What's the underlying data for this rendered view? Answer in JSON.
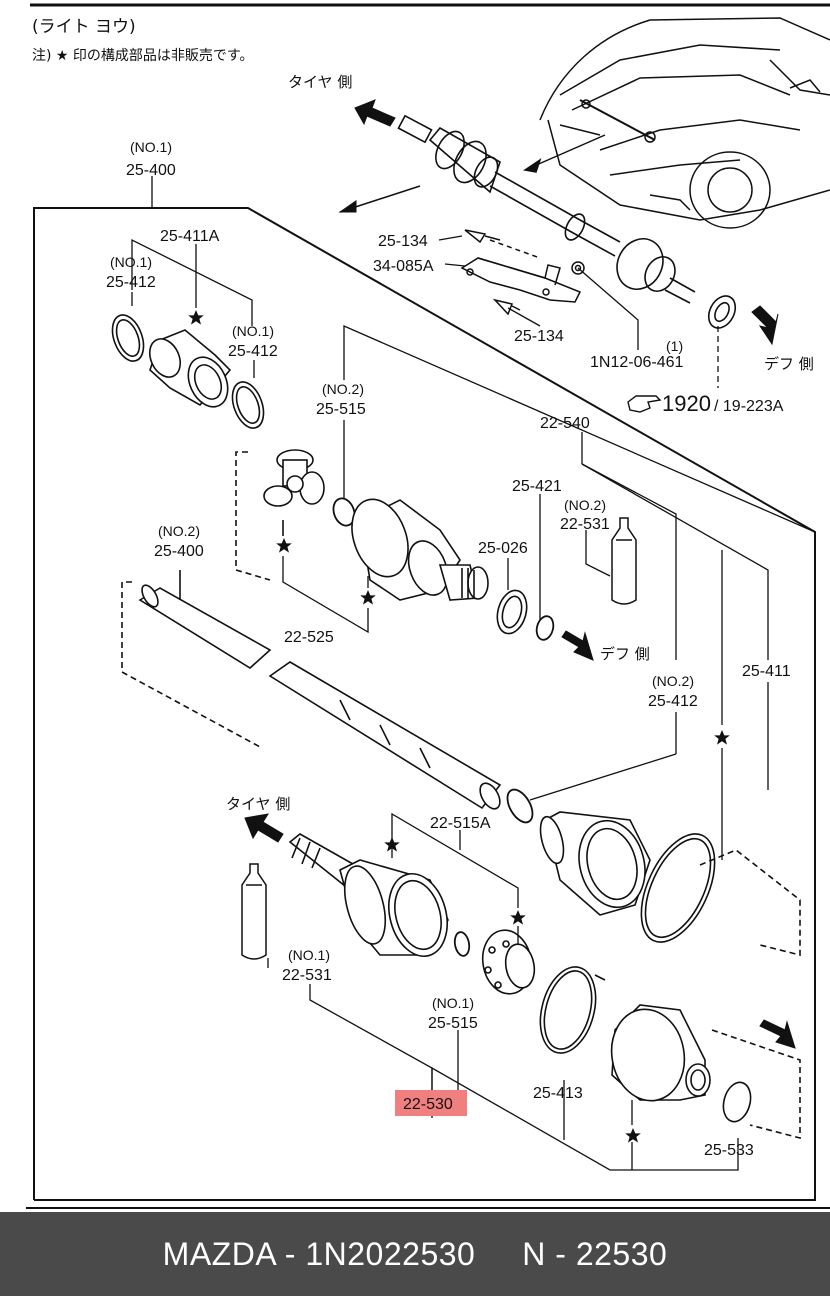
{
  "header": {
    "title": "(ライト ヨウ)",
    "note": "注) ★ 印の構成部品は非販売です。"
  },
  "directions": {
    "tire_top": "タイヤ 側",
    "diff_top": "デフ 側",
    "diff_mid": "デフ 側",
    "tire_bottom": "タイヤ 側"
  },
  "labels": {
    "no1_25400": "(NO.1)",
    "p25400_a": "25-400",
    "p25411a": "25-411A",
    "no1_25412_left": "(NO.1)",
    "p25412_left": "25-412",
    "no1_25412_right": "(NO.1)",
    "p25412_right": "25-412",
    "p25134_top": "25-134",
    "p34085a": "34-085A",
    "p25134_bottom": "25-134",
    "n1": "(1)",
    "p1n1206461": "1N12-06-461",
    "ref_main": "1920",
    "ref_sub": "/ 19-223A",
    "no2_25515": "(NO.2)",
    "p25515_top": "25-515",
    "p22540": "22-540",
    "p25421": "25-421",
    "no2_22531": "(NO.2)",
    "p22531_top": "22-531",
    "p25026": "25-026",
    "p22525": "22-525",
    "no2_25400": "(NO.2)",
    "p25400_b": "25-400",
    "no2_25412": "(NO.2)",
    "p25412_no2": "25-412",
    "p25411": "25-411",
    "p22515a": "22-515A",
    "no1_22531": "(NO.1)",
    "p22531_bottom": "22-531",
    "no1_25515": "(NO.1)",
    "p25515_bottom": "25-515",
    "p22530": "22-530",
    "p25413": "25-413",
    "p25533": "25-533"
  },
  "highlight_color": "#f08080",
  "footer": {
    "text": "MAZDA - 1N2022530     N - 22530"
  }
}
